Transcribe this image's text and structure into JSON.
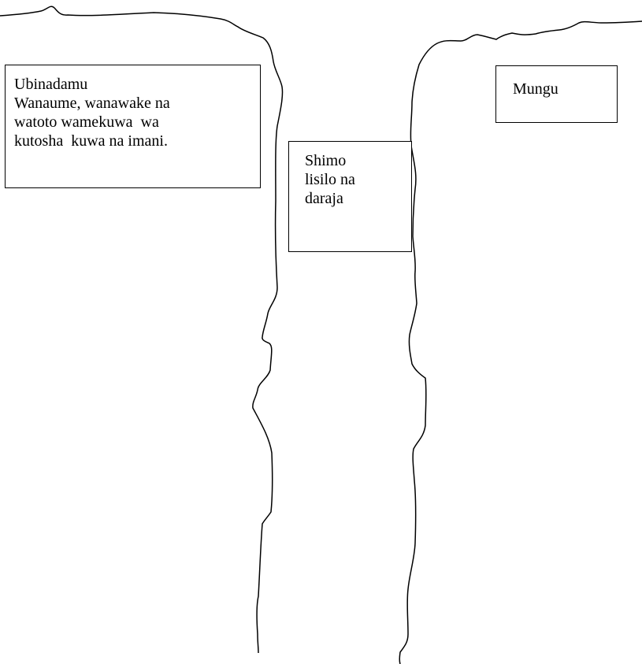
{
  "humanity_box": {
    "lines": [
      "Ubinadamu",
      "Wanaume, wanawake na",
      "watoto wamekuwa  wa",
      "kutosha  kuwa na imani."
    ]
  },
  "god_box": {
    "lines": [
      "Mungu"
    ]
  },
  "chasm_box": {
    "lines": [
      "Shimo",
      "lisilo na",
      "daraja"
    ]
  },
  "colors": {
    "line": "#000000",
    "background": "#ffffff"
  }
}
